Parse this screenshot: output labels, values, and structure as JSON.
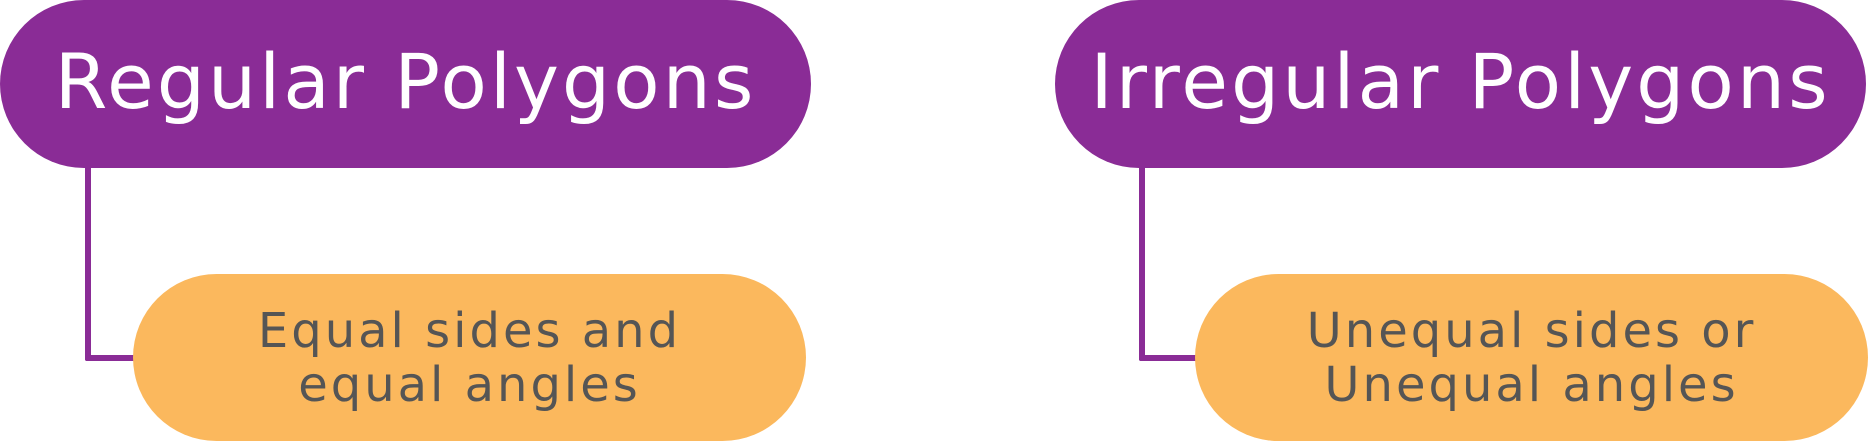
{
  "colors": {
    "header_fill": "#8A2C96",
    "header_text": "#FFFFFF",
    "detail_fill": "#FBB85D",
    "detail_text": "#555555",
    "connector": "#8A2C96"
  },
  "groups": [
    {
      "title": "Regular Polygons",
      "description_lines": [
        "Equal sides and",
        "equal angles"
      ]
    },
    {
      "title": "Irregular Polygons",
      "description_lines": [
        "Unequal sides or",
        "Unequal angles"
      ]
    }
  ]
}
